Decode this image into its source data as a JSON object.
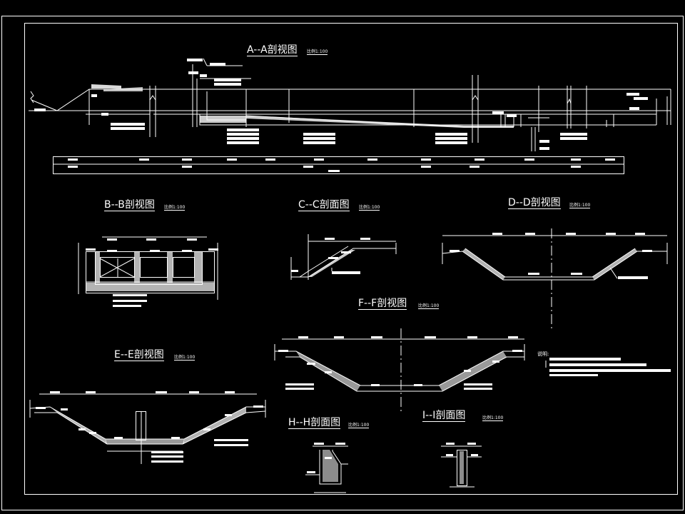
{
  "sections": {
    "aa": {
      "title": "A--A剖视图",
      "scale": "比例1:100"
    },
    "bb": {
      "title": "B--B剖视图",
      "scale": "比例1:100"
    },
    "cc": {
      "title": "C--C剖面图",
      "scale": "比例1:100"
    },
    "dd": {
      "title": "D--D剖视图",
      "scale": "比例1:100"
    },
    "ee": {
      "title": "E--E剖视图",
      "scale": "比例1:100"
    },
    "ff": {
      "title": "F--F剖视图",
      "scale": "比例1:100"
    },
    "hh": {
      "title": "H--H剖面图",
      "scale": "比例1:100"
    },
    "ii": {
      "title": "I--I剖面图",
      "scale": "比例1:100"
    }
  },
  "notes": {
    "heading": "说明:"
  },
  "colors": {
    "background": "#000000",
    "lines": "#ffffff"
  }
}
